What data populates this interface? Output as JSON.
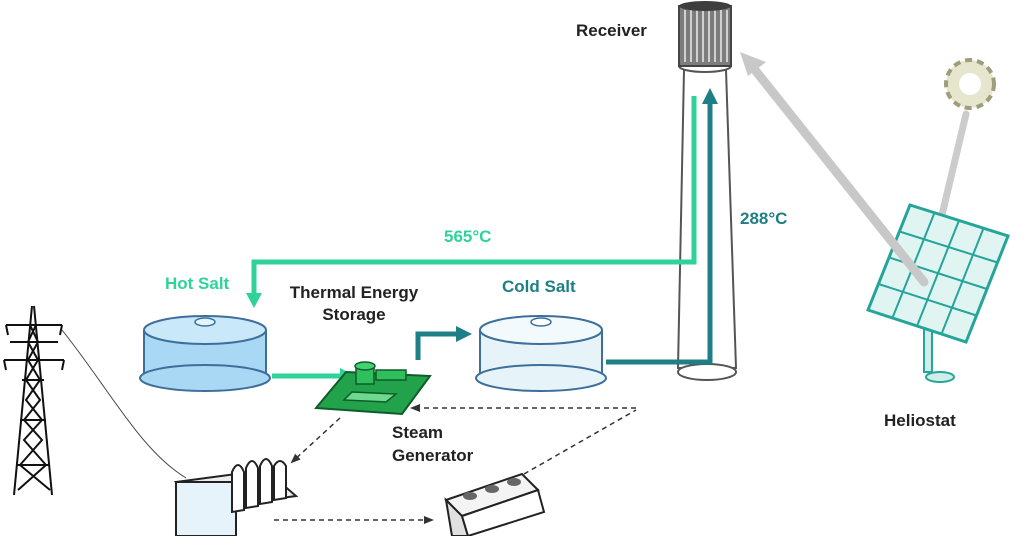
{
  "labels": {
    "receiver": "Receiver",
    "heliostat": "Heliostat",
    "hot_salt": "Hot Salt",
    "cold_salt": "Cold Salt",
    "tes_line1": "Thermal Energy",
    "tes_line2": "Storage",
    "steam_line1": "Steam",
    "steam_line2": "Generator",
    "temp_hot": "565°C",
    "temp_cold": "288°C"
  },
  "colors": {
    "hot_flow": "#2fd39a",
    "cold_flow": "#1f7f86",
    "hot_tank": "#a9d8f5",
    "cold_tank": "#e6f4fa",
    "steam_gen": "#22a24b",
    "heliostat_frame": "#25a59a",
    "heliostat_panel": "#d9f1ef",
    "sun_ray": "#c8c8c8",
    "tower": "#ffffff",
    "receiver_top": "#5a5a5a"
  },
  "icons": [
    "transmission-tower-icon",
    "sun-icon",
    "heliostat-icon",
    "turbine-icon",
    "condenser-icon"
  ]
}
